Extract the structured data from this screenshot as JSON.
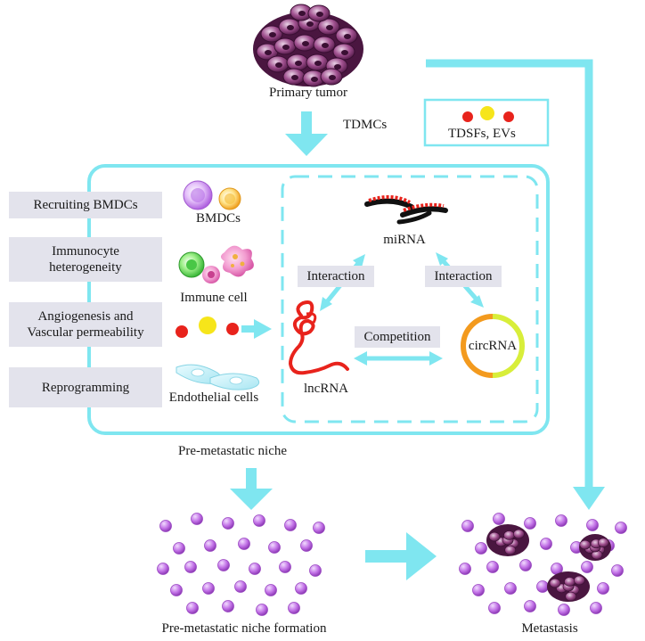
{
  "labels": {
    "primary_tumor": "Primary tumor",
    "tdmcs": "TDMCs",
    "tdsfs_evs": "TDSFs, EVs",
    "bmdcs": "BMDCs",
    "immune_cell": "Immune cell",
    "endothelial_cells": "Endothelial cells",
    "mirna": "miRNA",
    "lncrna": "lncRNA",
    "circrna": "circRNA",
    "pre_metastatic_niche": "Pre-metastatic niche",
    "pmn_formation": "Pre-metastatic niche formation",
    "metastasis": "Metastasis"
  },
  "process_boxes": {
    "recruiting": "Recruiting BMDCs",
    "immunocyte_line1": "Immunocyte",
    "immunocyte_line2": "heterogeneity",
    "angio_line1": "Angiogenesis and",
    "angio_line2": "Vascular permeability",
    "reprogramming": "Reprogramming"
  },
  "relation_boxes": {
    "interaction_left": "Interaction",
    "interaction_right": "Interaction",
    "competition": "Competition"
  },
  "colors": {
    "arrow": "#7fe6f0",
    "frame": "#7fe6f0",
    "box_fill": "#e3e3ec",
    "cell_purple": "#b45ad8",
    "tumor": "#8a3f7a",
    "lncrna": "#e8231c",
    "circrna_orange": "#f39a1e",
    "circrna_yellow": "#d8ee3a",
    "factor_red": "#e8231c",
    "factor_yellow": "#f6e51a"
  }
}
